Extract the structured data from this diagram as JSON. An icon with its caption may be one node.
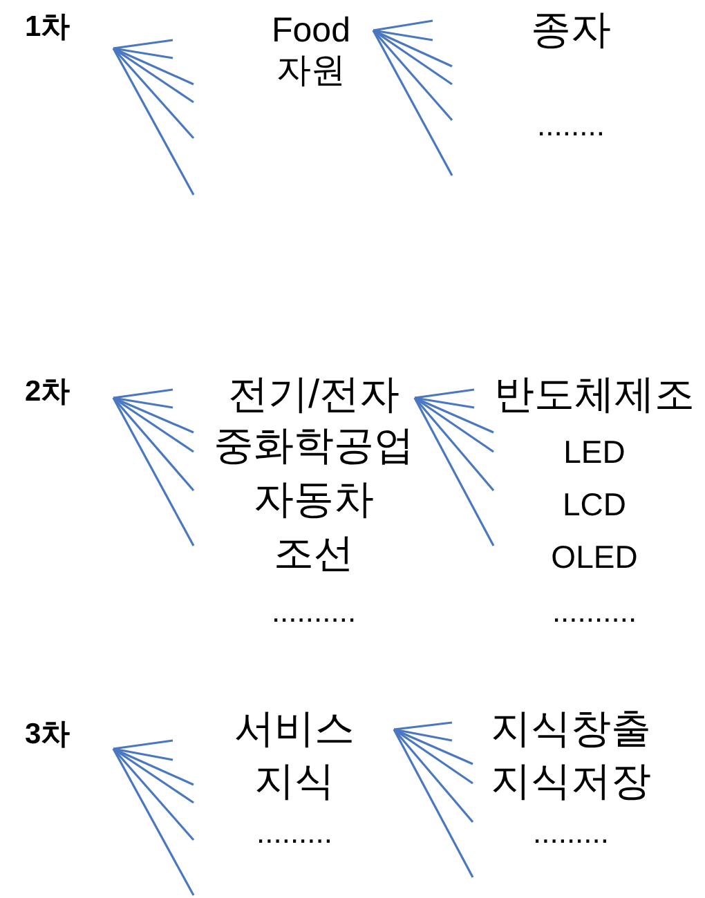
{
  "diagram": {
    "labels": [
      "1차",
      "Food 자원",
      "종자",
      "........",
      "2차",
      "전기/전자",
      "중화학공업",
      "자동차",
      "조선",
      "..........",
      "반도체제조",
      "LED",
      "LCD",
      "OLED",
      "..........",
      "3차",
      "서비스",
      "지식",
      ".........",
      "지식창출",
      "지식저장",
      "........."
    ]
  }
}
